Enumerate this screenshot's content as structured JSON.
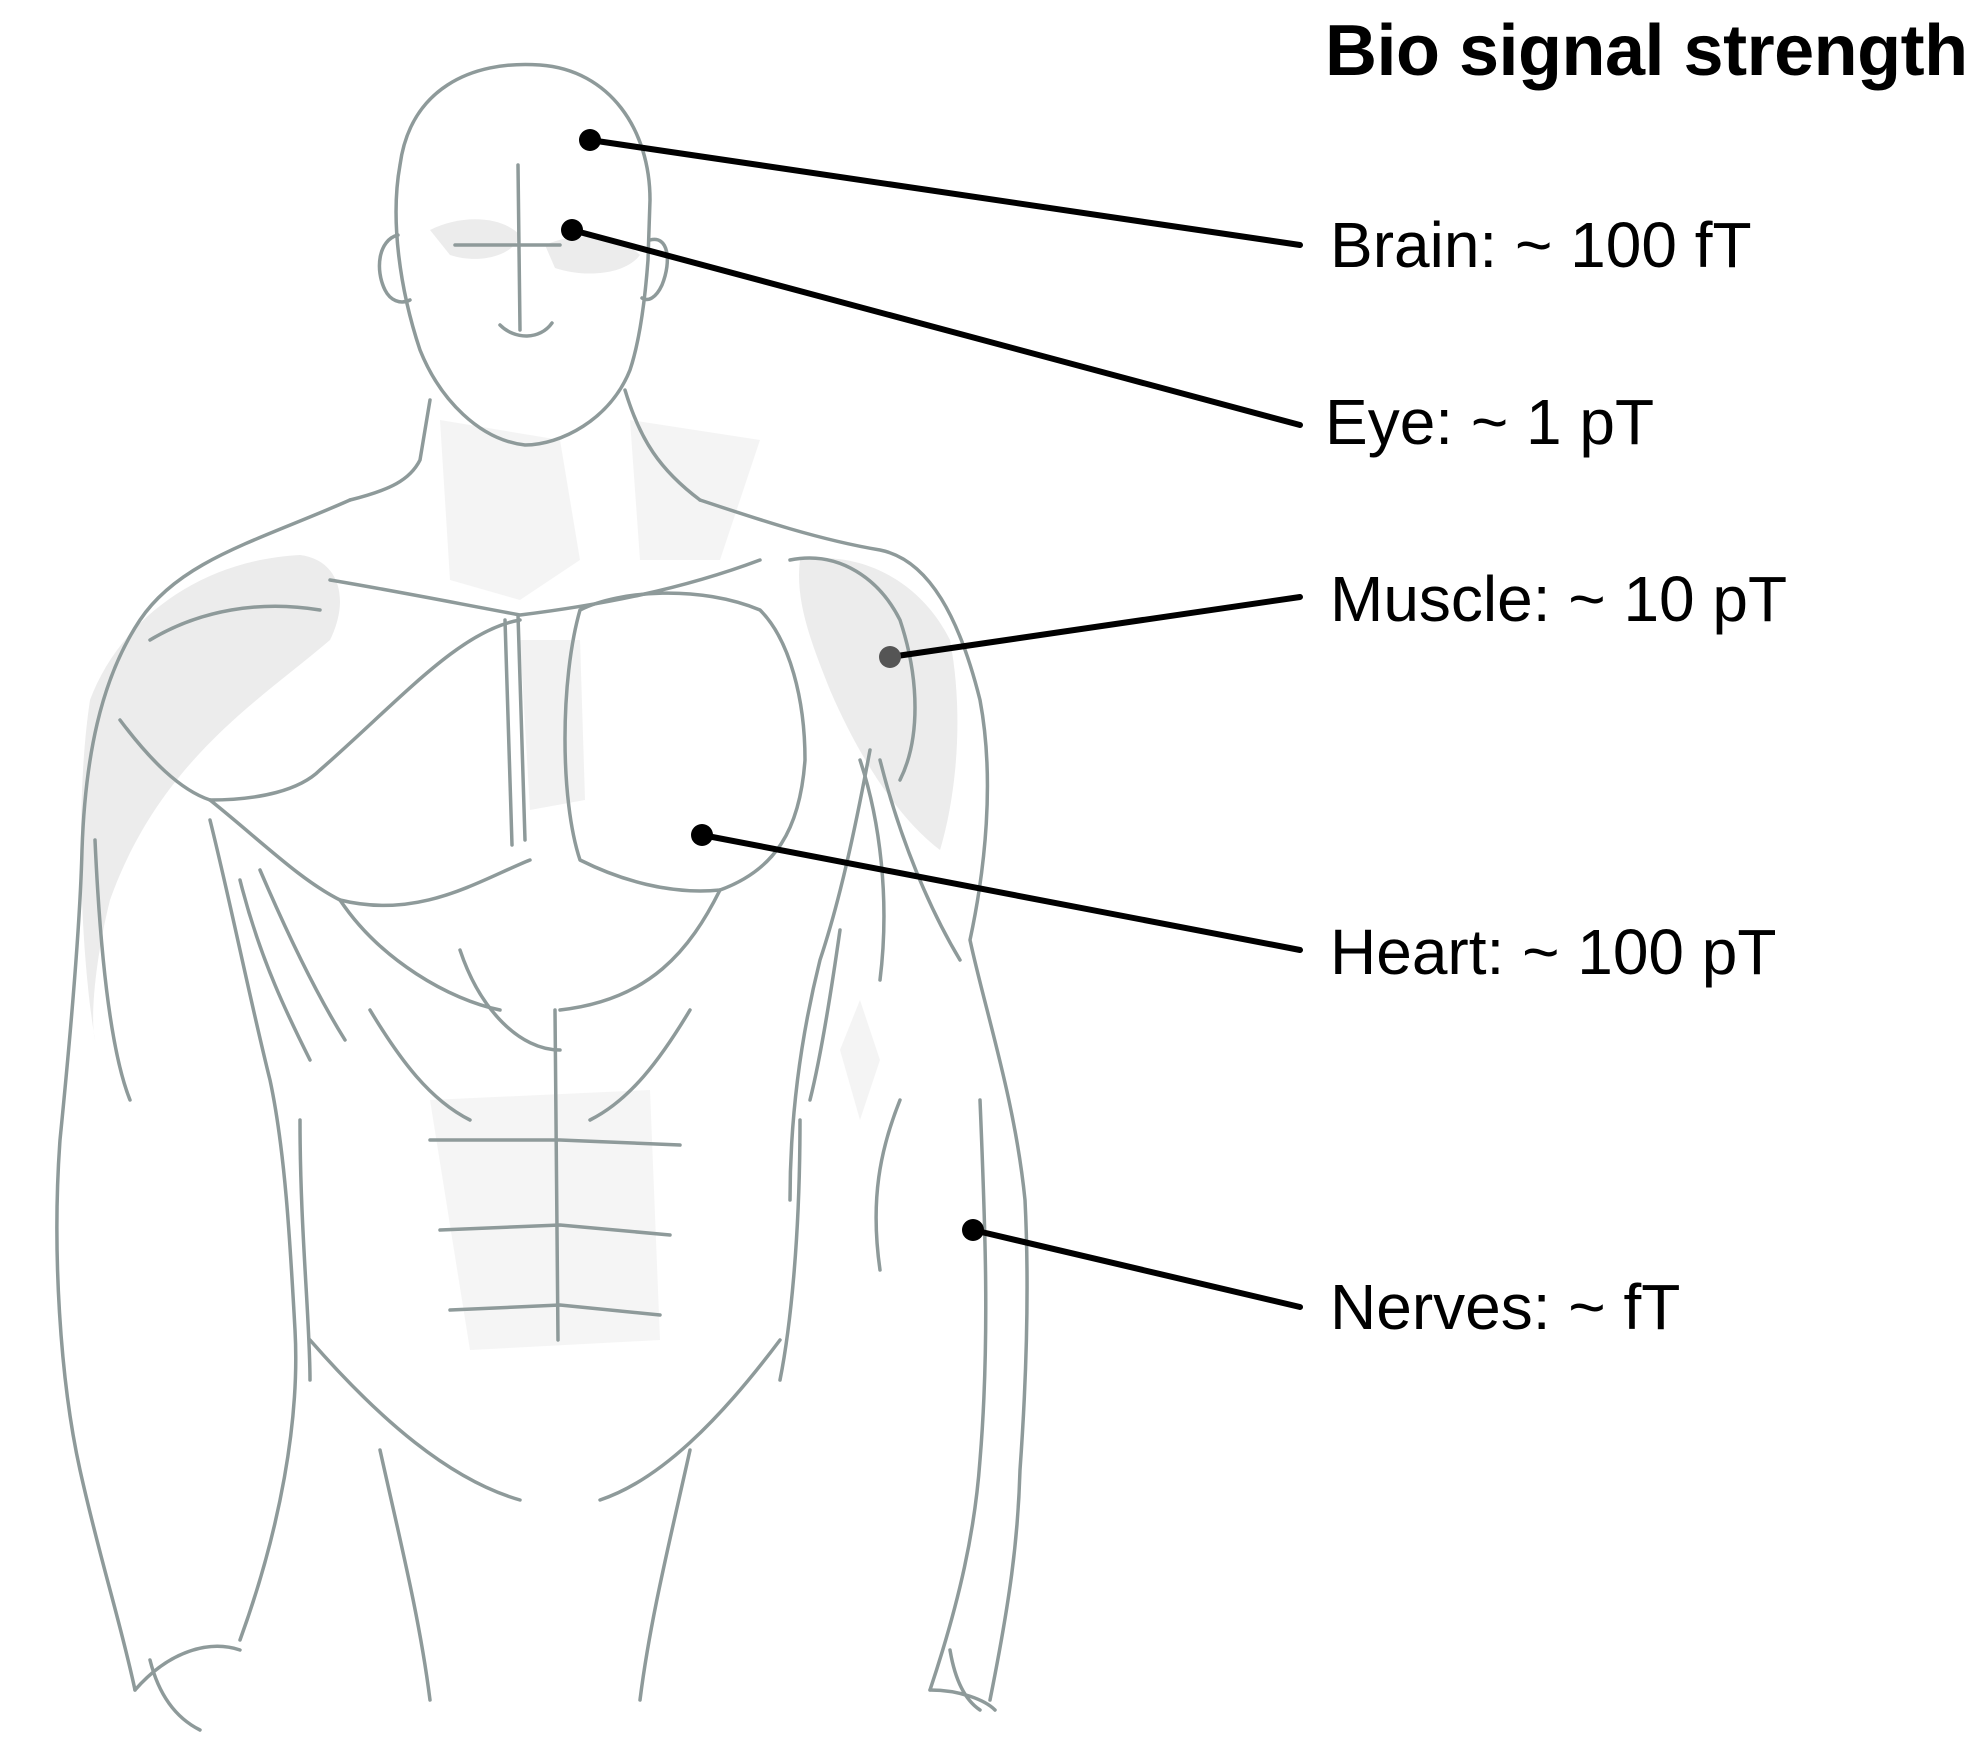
{
  "title": "Bio signal strength",
  "labels": {
    "brain": "Brain: ~ 100 fT",
    "eye": "Eye: ~ 1 pT",
    "muscle": "Muscle: ~ 10 pT",
    "heart": "Heart: ~ 100 pT",
    "nerves": "Nerves: ~ fT"
  },
  "colors": {
    "sketch_line": "#8e9a9a",
    "shading": "#ececec",
    "leader_line": "#000000",
    "muscle_dot": "#555555"
  }
}
